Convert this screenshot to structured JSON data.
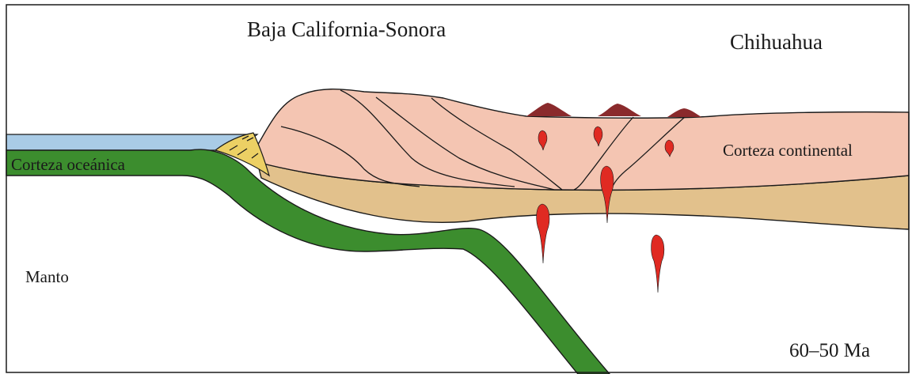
{
  "labels": {
    "region_west": "Baja California-Sonora",
    "region_east": "Chihuahua",
    "continental_crust": "Corteza continental",
    "oceanic_crust": "Corteza oceánica",
    "mantle": "Manto",
    "age": "60–50 Ma"
  },
  "colors": {
    "ocean_water": "#a9cbe6",
    "oceanic_crust": "#3c8d2e",
    "continental_crust": "#f4c5b2",
    "lower_crust": "#e2c18c",
    "accretionary_wedge": "#ecd064",
    "volcano": "#8a2a2c",
    "magma": "#e02a22",
    "mantle": "#ffffff",
    "outline": "#1a1a1a"
  },
  "icons": {
    "volcano": "volcano-icon",
    "magma_body": "magma-drop-icon"
  }
}
